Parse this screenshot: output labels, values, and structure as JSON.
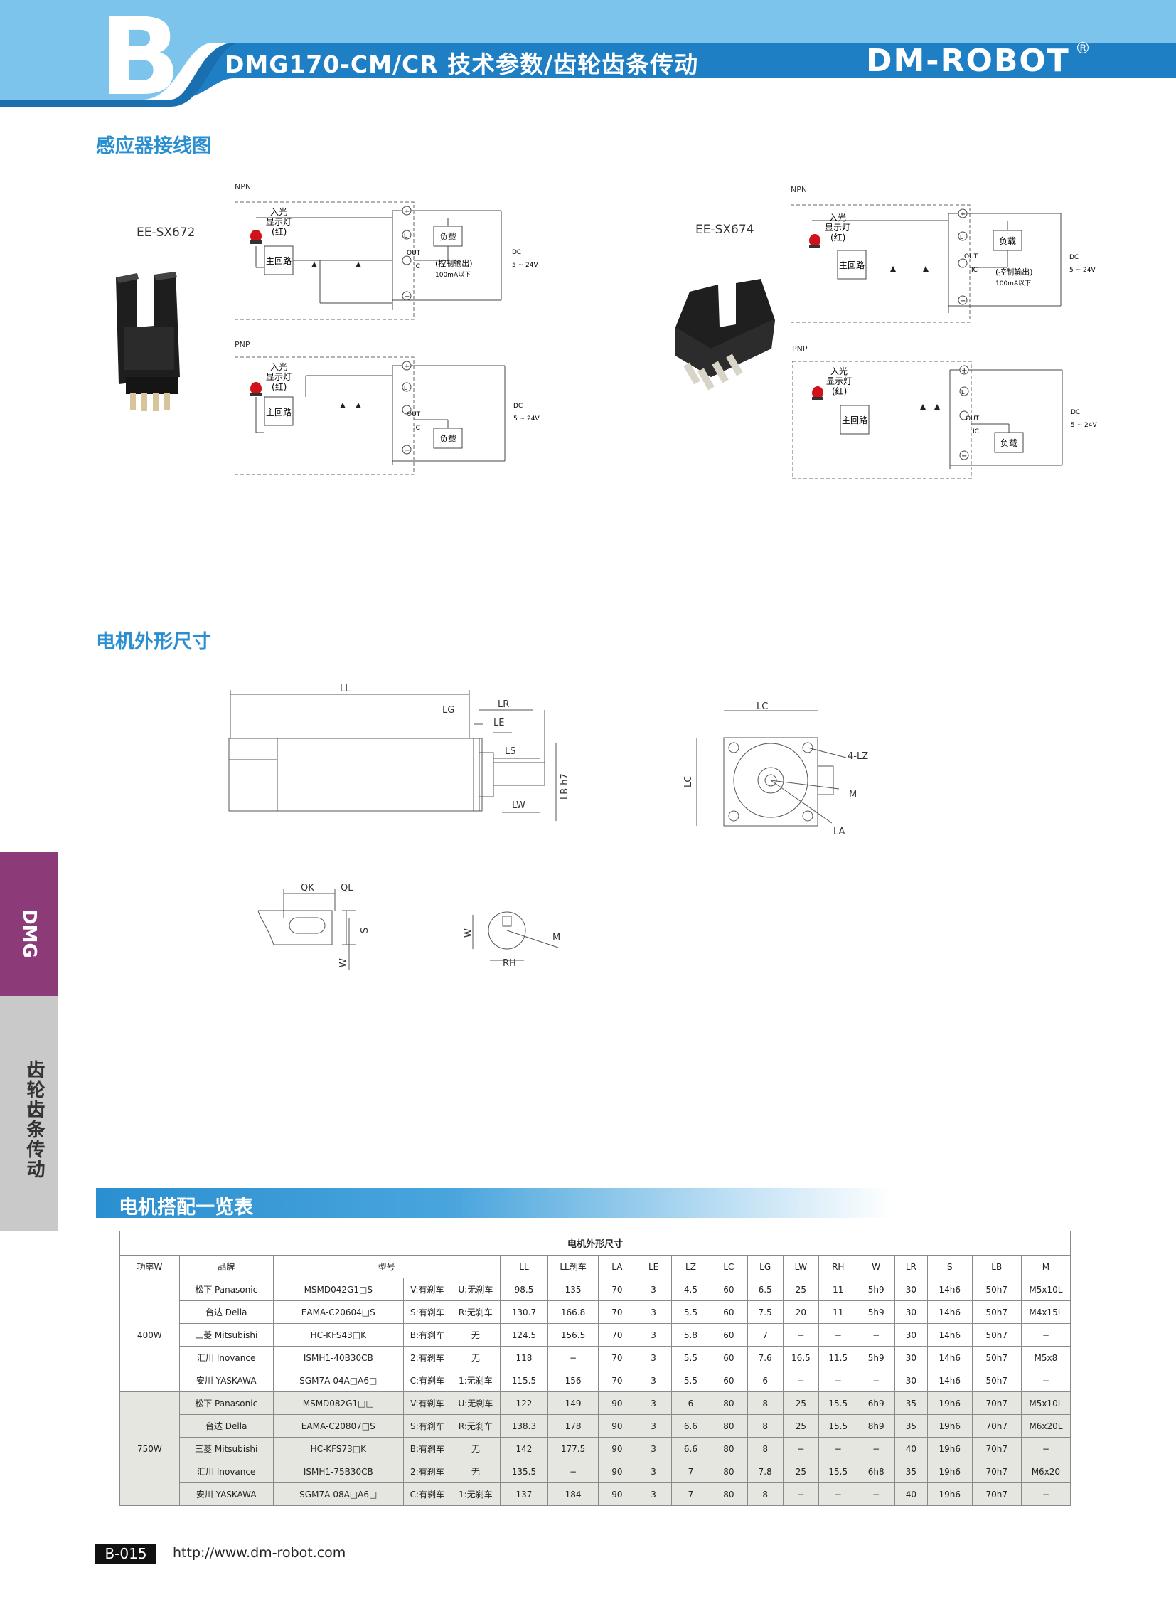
{
  "header": {
    "letter": "B",
    "title": "DMG170-CM/CR 技术参数/齿轮齿条传动",
    "logo": "DM-ROBOT",
    "reg": "®"
  },
  "colors": {
    "accent": "#2a8fd0",
    "tab_dmg": "#8c3a78",
    "tab_gear": "#c9c9c9"
  },
  "sensor_section": {
    "title": "感应器接线图",
    "left_model": "EE-SX672",
    "right_model": "EE-SX674"
  },
  "circuit": {
    "npn": "NPN",
    "pnp": "PNP",
    "led_1": "入光",
    "led_2": "显示灯",
    "led_3": "(红)",
    "main": "主回路",
    "load": "负载",
    "out": "OUT",
    "ic": "IC",
    "ctrl_1": "(控制输出)",
    "ctrl_2": "100mA以下",
    "dc": "DC",
    "volt": "5 ~ 24V",
    "plus": "+",
    "minus": "−",
    "l": "L"
  },
  "dimension_section": {
    "title": "电机外形尺寸",
    "labels": [
      "LL",
      "LG",
      "LR",
      "LE",
      "LS",
      "LW",
      "LB h7",
      "LC",
      "4-LZ",
      "M",
      "LA",
      "QK",
      "QL",
      "S",
      "W",
      "RH"
    ]
  },
  "side_tabs": {
    "dmg": "DMG",
    "gear": "齿轮齿条传动"
  },
  "table_section": {
    "title": "电机搭配一览表",
    "caption": "电机外形尺寸",
    "headers": [
      "功率W",
      "品牌",
      "型号",
      "LL",
      "LL刹车",
      "LA",
      "LE",
      "LZ",
      "LC",
      "LG",
      "LW",
      "RH",
      "W",
      "LR",
      "S",
      "LB",
      "M"
    ],
    "groups": [
      {
        "power": "400W",
        "rows": [
          [
            "松下 Panasonic",
            "MSMD042G1□S",
            "V:有刹车",
            "U:无刹车",
            "98.5",
            "135",
            "70",
            "3",
            "4.5",
            "60",
            "6.5",
            "25",
            "11",
            "5h9",
            "30",
            "14h6",
            "50h7",
            "M5x10L"
          ],
          [
            "台达 Della",
            "EAMA-C20604□S",
            "S:有刹车",
            "R:无刹车",
            "130.7",
            "166.8",
            "70",
            "3",
            "5.5",
            "60",
            "7.5",
            "20",
            "11",
            "5h9",
            "30",
            "14h6",
            "50h7",
            "M4x15L"
          ],
          [
            "三菱 Mitsubishi",
            "HC-KFS43□K",
            "B:有刹车",
            "无",
            "124.5",
            "156.5",
            "70",
            "3",
            "5.8",
            "60",
            "7",
            "−",
            "−",
            "−",
            "30",
            "14h6",
            "50h7",
            "−"
          ],
          [
            "汇川 Inovance",
            "ISMH1-40B30CB",
            "2:有刹车",
            "无",
            "118",
            "−",
            "70",
            "3",
            "5.5",
            "60",
            "7.6",
            "16.5",
            "11.5",
            "5h9",
            "30",
            "14h6",
            "50h7",
            "M5x8"
          ],
          [
            "安川 YASKAWA",
            "SGM7A-04A□A6□",
            "C:有刹车",
            "1:无刹车",
            "115.5",
            "156",
            "70",
            "3",
            "5.5",
            "60",
            "6",
            "−",
            "−",
            "−",
            "30",
            "14h6",
            "50h7",
            "−"
          ]
        ]
      },
      {
        "power": "750W",
        "rows": [
          [
            "松下 Panasonic",
            "MSMD082G1□□",
            "V:有刹车",
            "U:无刹车",
            "122",
            "149",
            "90",
            "3",
            "6",
            "80",
            "8",
            "25",
            "15.5",
            "6h9",
            "35",
            "19h6",
            "70h7",
            "M5x10L"
          ],
          [
            "台达 Della",
            "EAMA-C20807□S",
            "S:有刹车",
            "R:无刹车",
            "138.3",
            "178",
            "90",
            "3",
            "6.6",
            "80",
            "8",
            "25",
            "15.5",
            "8h9",
            "35",
            "19h6",
            "70h7",
            "M6x20L"
          ],
          [
            "三菱 Mitsubishi",
            "HC-KFS73□K",
            "B:有刹车",
            "无",
            "142",
            "177.5",
            "90",
            "3",
            "6.6",
            "80",
            "8",
            "−",
            "−",
            "−",
            "40",
            "19h6",
            "70h7",
            "−"
          ],
          [
            "汇川 Inovance",
            "ISMH1-75B30CB",
            "2:有刹车",
            "无",
            "135.5",
            "−",
            "90",
            "3",
            "7",
            "80",
            "7.8",
            "25",
            "15.5",
            "6h8",
            "35",
            "19h6",
            "70h7",
            "M6x20"
          ],
          [
            "安川 YASKAWA",
            "SGM7A-08A□A6□",
            "C:有刹车",
            "1:无刹车",
            "137",
            "184",
            "90",
            "3",
            "7",
            "80",
            "8",
            "−",
            "−",
            "−",
            "40",
            "19h6",
            "70h7",
            "−"
          ]
        ]
      }
    ]
  },
  "footer": {
    "page": "B-015",
    "url": "http://www.dm-robot.com"
  }
}
